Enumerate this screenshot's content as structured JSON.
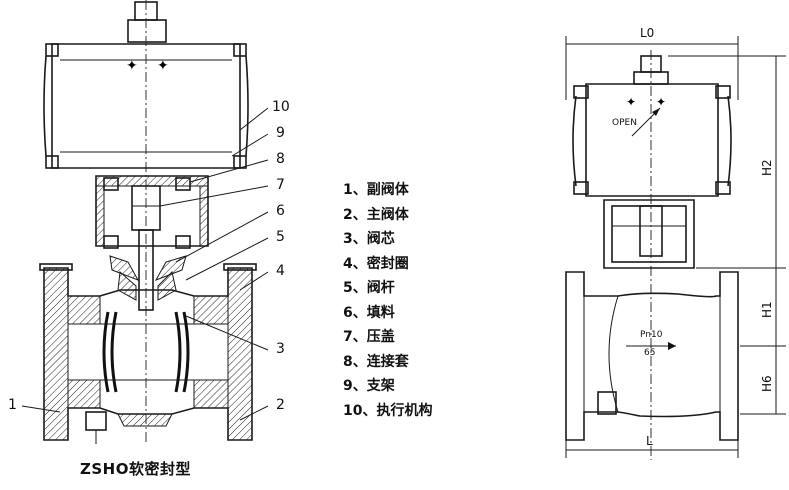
{
  "left_view": {
    "callouts": [
      {
        "id": "c10",
        "label": "10"
      },
      {
        "id": "c9",
        "label": "9"
      },
      {
        "id": "c8",
        "label": "8"
      },
      {
        "id": "c7",
        "label": "7"
      },
      {
        "id": "c6",
        "label": "6"
      },
      {
        "id": "c5",
        "label": "5"
      },
      {
        "id": "c4",
        "label": "4"
      },
      {
        "id": "c3",
        "label": "3"
      },
      {
        "id": "c2",
        "label": "2"
      },
      {
        "id": "c1",
        "label": "1"
      }
    ],
    "caption": "ZSHO软密封型"
  },
  "parts_list": [
    "1、副阀体",
    "2、主阀体",
    "3、阀芯",
    "4、密封圈",
    "5、阀杆",
    "6、填料",
    "7、压盖",
    "8、连接套",
    "9、支架",
    "10、执行机构"
  ],
  "right_view": {
    "dimensions": {
      "L0": "L0",
      "H2": "H2",
      "H1": "H1",
      "H6": "H6",
      "L": "L"
    },
    "nameplate": "Pn10",
    "nameplate_sub": "65",
    "actuator_tag": "OPEN"
  }
}
